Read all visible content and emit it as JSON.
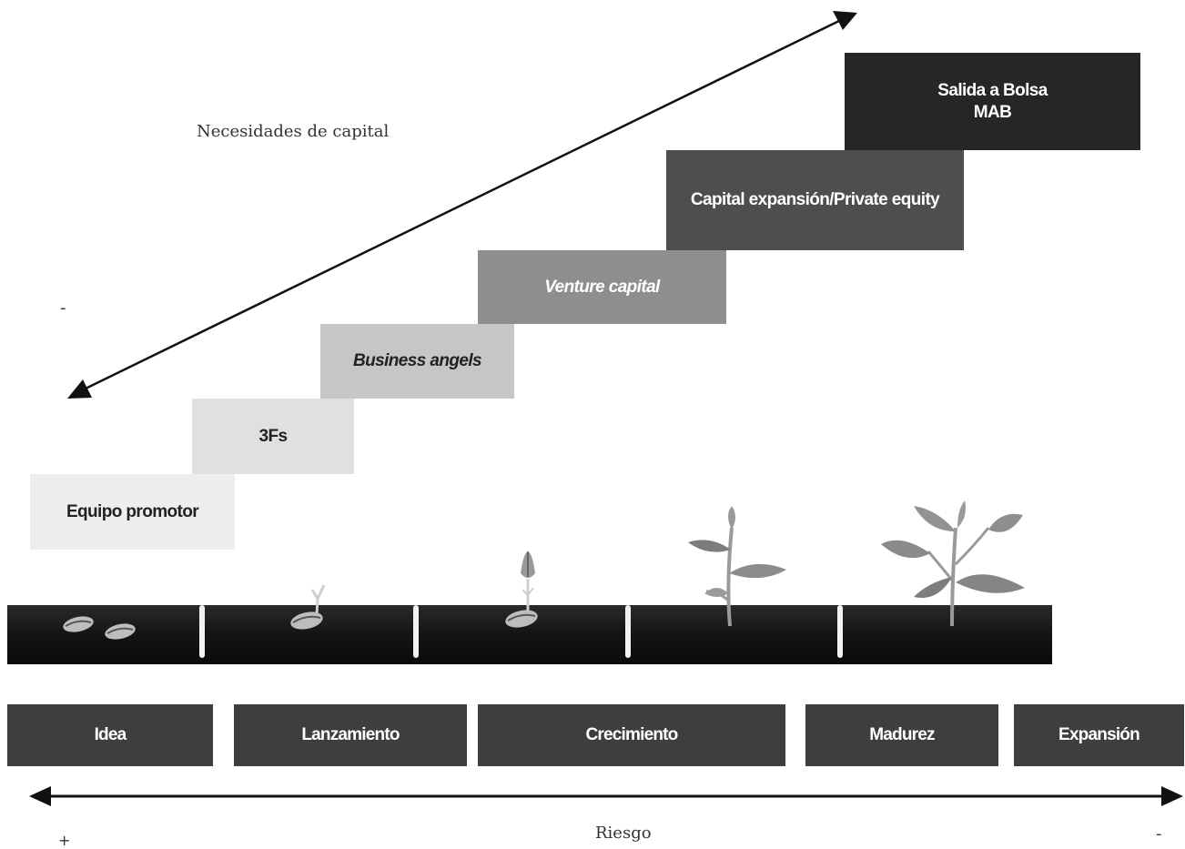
{
  "capital_needs_label": "Necesidades de capital",
  "capital_minus": "-",
  "funding_steps": [
    {
      "label": "Equipo promotor",
      "italic": false,
      "fill": "#eeeeee",
      "text_color": "#222222"
    },
    {
      "label": "3Fs",
      "italic": false,
      "fill": "#e0e0e0",
      "text_color": "#222222"
    },
    {
      "label": "Business angels",
      "italic": true,
      "fill": "#c6c6c6",
      "text_color": "#222222"
    },
    {
      "label": "Venture capital",
      "italic": true,
      "fill": "#8e8e8e",
      "text_color": "#ffffff"
    },
    {
      "label": "Capital expansión/Private equity",
      "italic": false,
      "fill": "#4e4e4e",
      "text_color": "#ffffff"
    },
    {
      "label": "Salida a Bolsa\nMAB",
      "italic": false,
      "fill": "#262626",
      "text_color": "#ffffff"
    }
  ],
  "stages": [
    "Idea",
    "Lanzamiento",
    "Crecimiento",
    "Madurez",
    "Expansión"
  ],
  "risk_label": "Riesgo",
  "risk_plus": "+",
  "risk_minus": "-"
}
